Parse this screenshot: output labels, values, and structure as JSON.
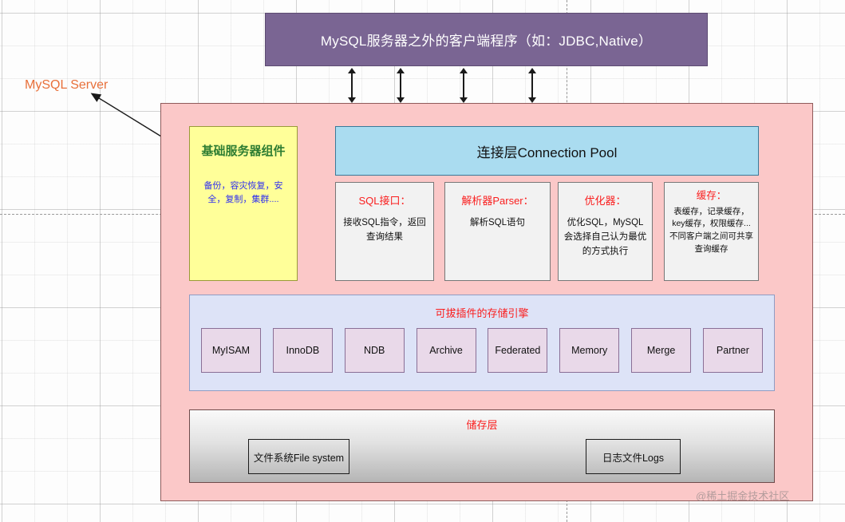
{
  "diagram": {
    "server_label": "MySQL Server",
    "watermark": "@稀土掘金技术社区",
    "client_box": {
      "label": "MySQL服务器之外的客户端程序（如：JDBC,Native）"
    },
    "base_services": {
      "title": "基础服务器组件",
      "body": "备份，容灾恢复，安全，复制，集群...."
    },
    "connection_pool": {
      "label": "连接层Connection Pool"
    },
    "modules": [
      {
        "title": "SQL接口：",
        "body": "接收SQL指令，返回查询结果"
      },
      {
        "title": "解析器Parser：",
        "body": "解析SQL语句"
      },
      {
        "title": "优化器：",
        "body": "优化SQL，MySQL会选择自己认为最优的方式执行"
      },
      {
        "title": "缓存：",
        "body": "表缓存，记录缓存，key缓存，权限缓存...不同客户端之间可共享查询缓存"
      }
    ],
    "engine_panel": {
      "title": "可拔插件的存储引擎",
      "engines": [
        "MyISAM",
        "InnoDB",
        "NDB",
        "Archive",
        "Federated",
        "Memory",
        "Merge",
        "Partner"
      ]
    },
    "storage_layer": {
      "title": "储存层",
      "items": [
        "文件系统File system",
        "日志文件Logs"
      ]
    },
    "colors": {
      "client_box": "#7a6593",
      "server_box": "#fbc8c8",
      "base_services": "#ffff99",
      "connection_pool": "#aadcf0",
      "engine_panel": "#dde3f7",
      "engine_chip": "#e9d9e9",
      "accent_red": "#fa1e1e",
      "accent_orange": "#e8703a",
      "base_title_green": "#2e7d32",
      "base_body_blue": "#2d2df0"
    }
  }
}
